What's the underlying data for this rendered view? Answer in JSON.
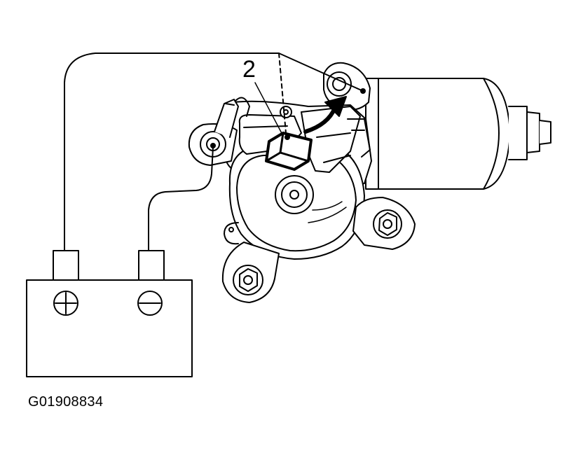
{
  "diagram": {
    "callout": "2",
    "figure_id": "G01908834",
    "battery": {
      "positive_terminal": "plus-symbol",
      "negative_terminal": "minus-symbol"
    },
    "colors": {
      "line": "#000000",
      "background": "#ffffff",
      "housing_shade": "#f2f2f2"
    }
  }
}
